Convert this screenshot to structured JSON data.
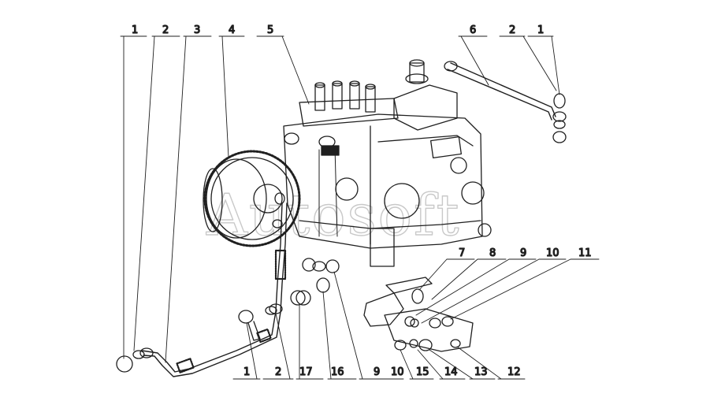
{
  "watermark": "Autosoft",
  "callouts_top": [
    "1",
    "2",
    "3",
    "4",
    "5",
    "6",
    "2",
    "1"
  ],
  "callouts_right": [
    "7",
    "8",
    "9",
    "10",
    "11"
  ],
  "callouts_bottom": [
    "1",
    "2",
    "17",
    "16",
    "9",
    "10",
    "15",
    "14",
    "13",
    "12"
  ]
}
